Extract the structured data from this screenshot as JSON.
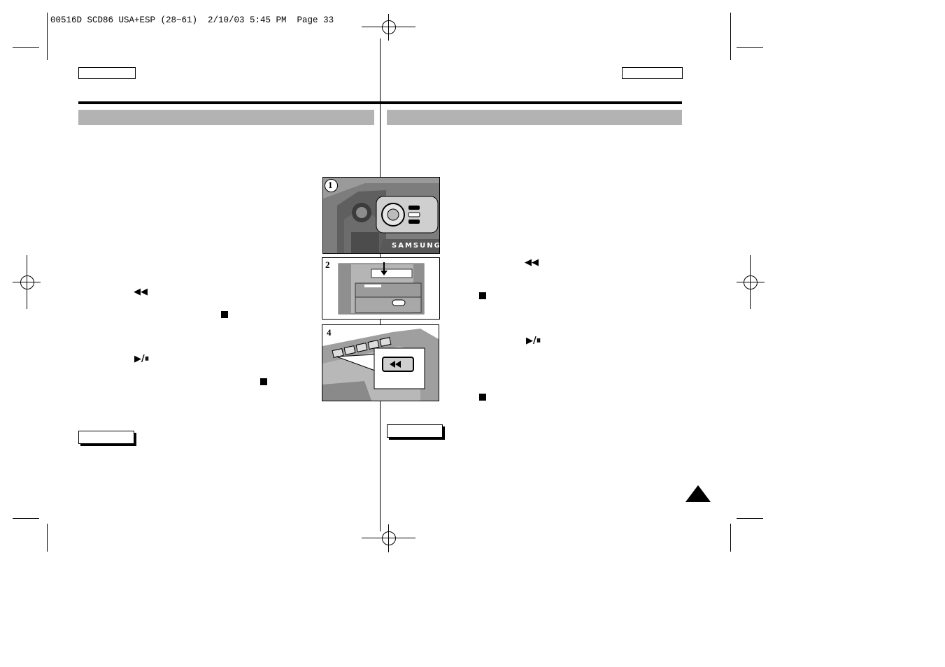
{
  "print_header": "00516D SCD86 USA+ESP (28~61)  2/10/03 5:45 PM  Page 33",
  "figures": [
    {
      "number": "1",
      "brand": "SAMSUNG"
    },
    {
      "number": "2"
    },
    {
      "number": "4"
    }
  ],
  "icons": {
    "rewind": "rewind-icon",
    "stop": "stop-icon",
    "play_pause": "play-pause-icon"
  },
  "glyphs": {
    "rewind": "◀◀",
    "play_pause": "▶/⏸"
  }
}
